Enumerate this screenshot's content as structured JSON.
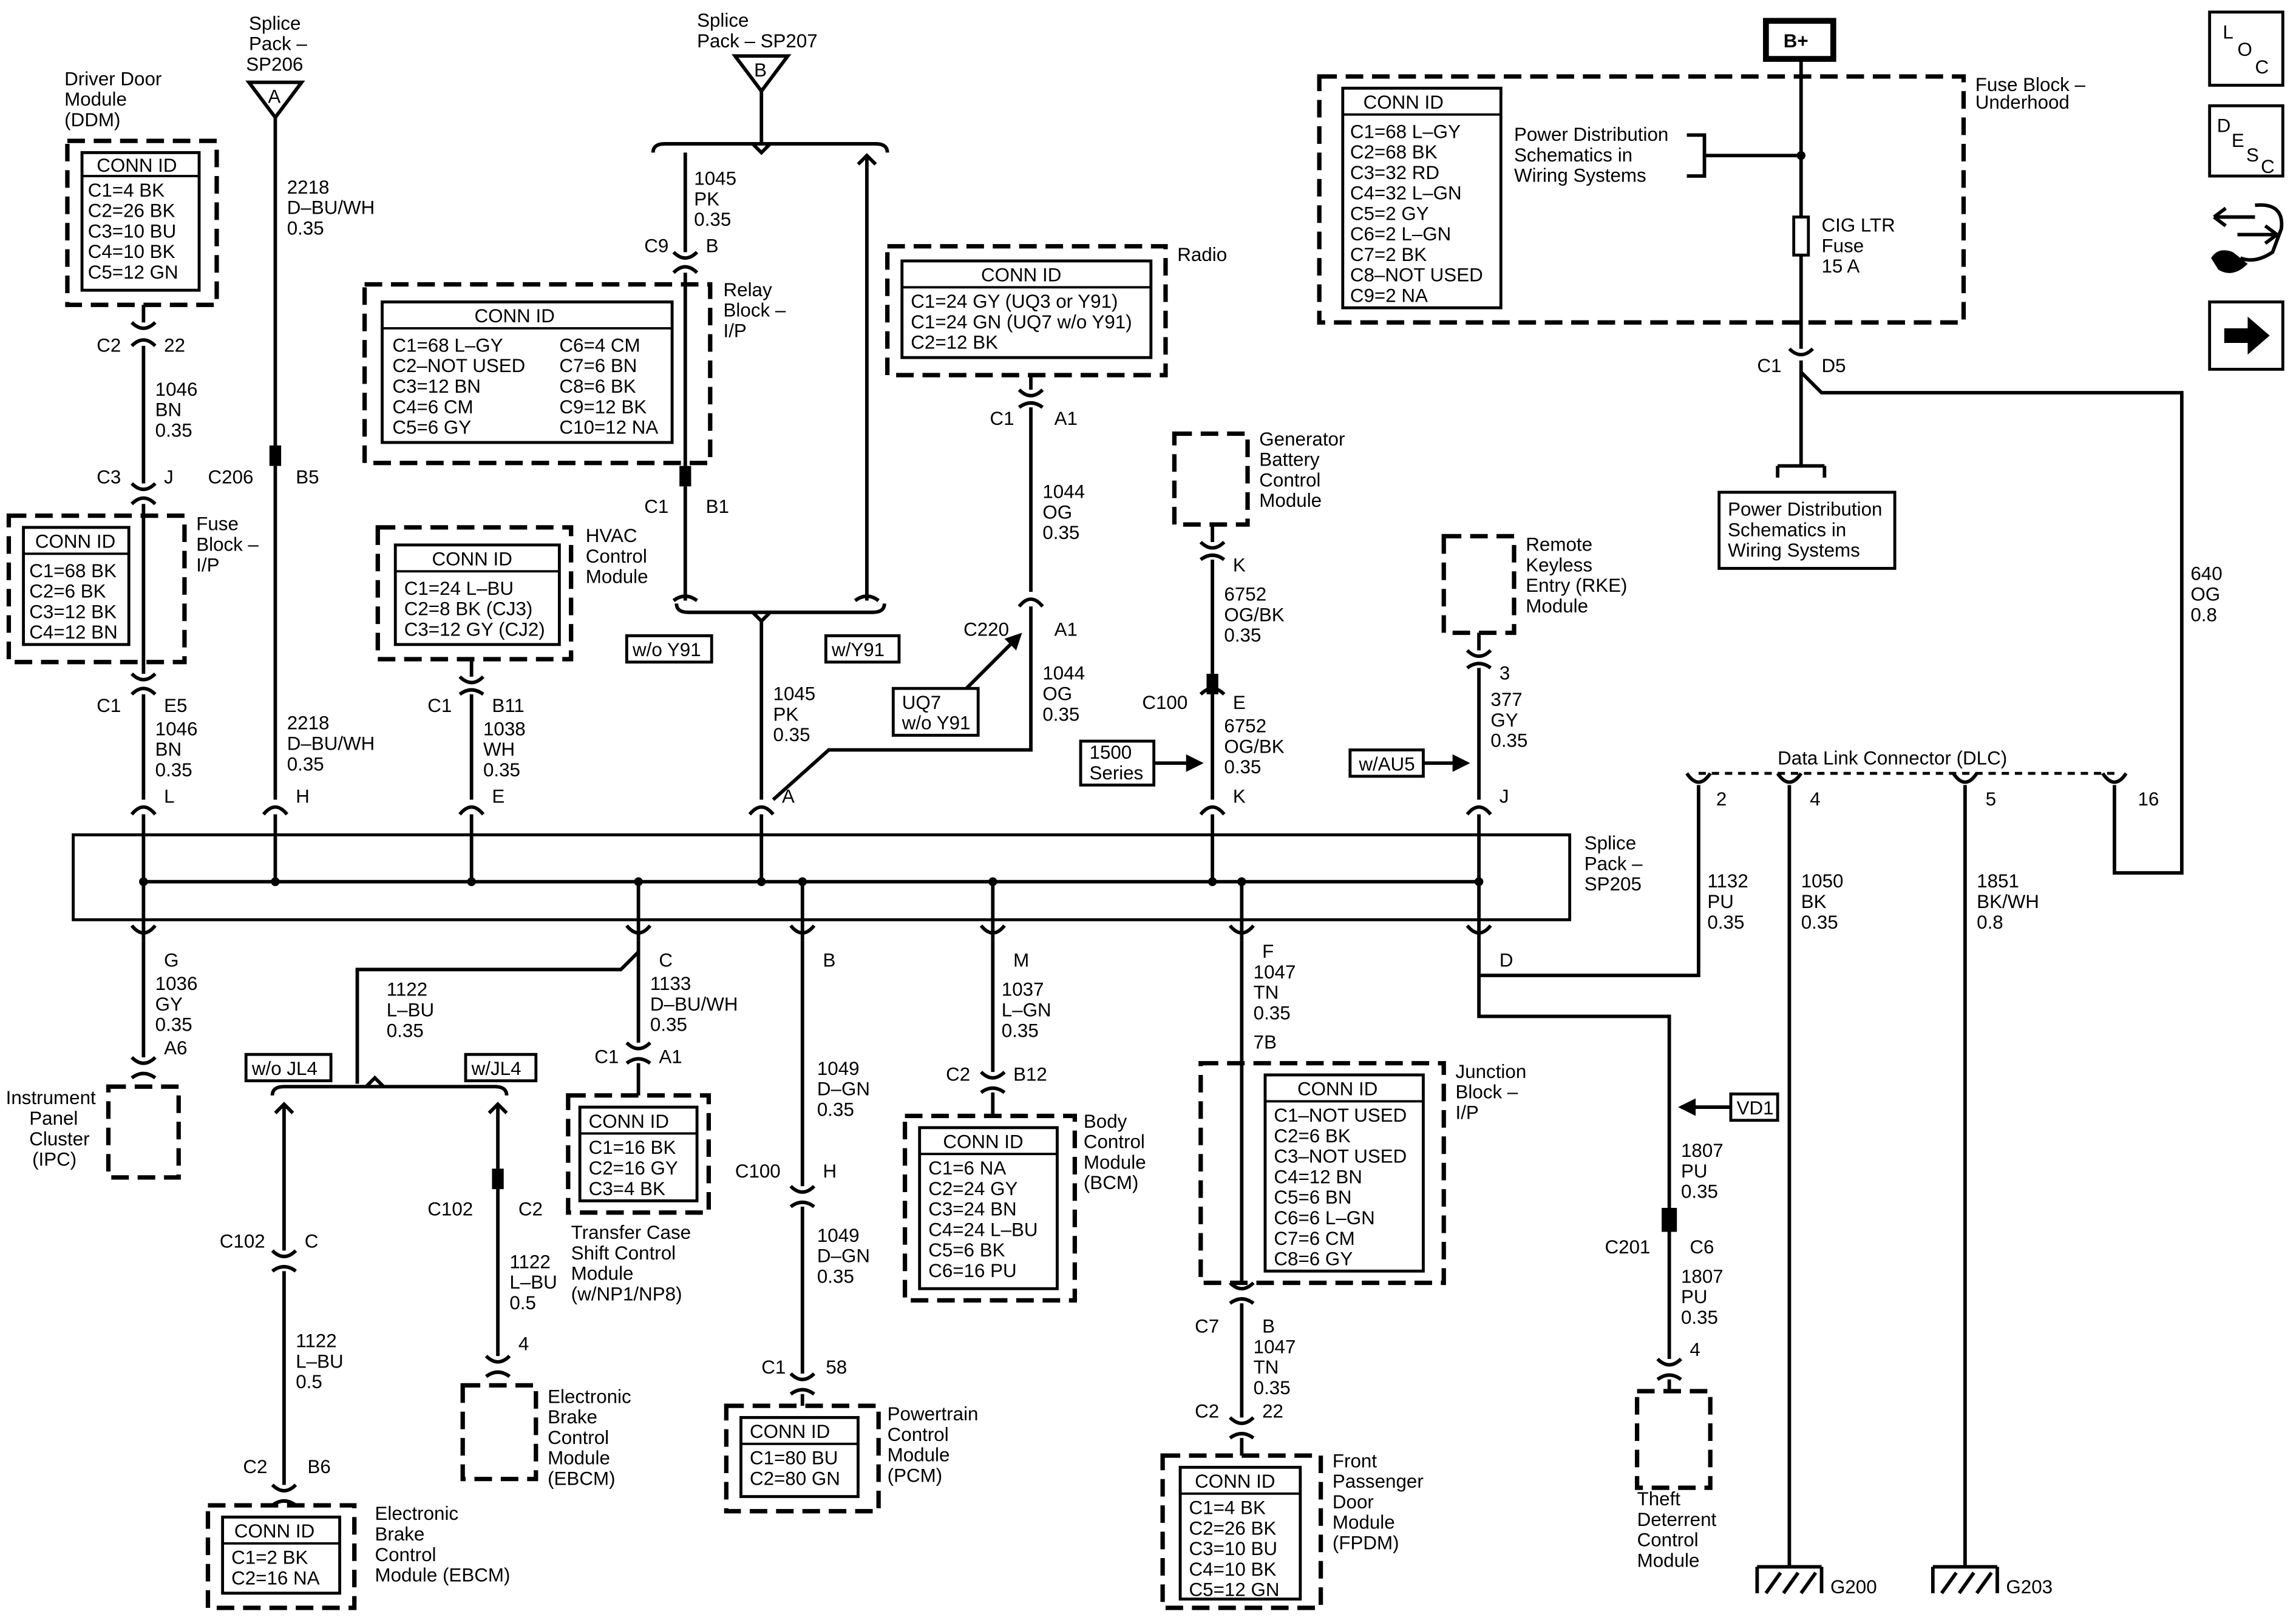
{
  "side_buttons": {
    "loc": [
      "L",
      "O",
      "C"
    ],
    "desc": [
      "D",
      "E",
      "S",
      "C"
    ],
    "icons": [
      "connector-tool-icon",
      "arrow-right-icon"
    ]
  },
  "battery": "B+",
  "fuse_block_uh": {
    "label": [
      "Fuse Block –",
      "Underhood"
    ],
    "conn_title": "CONN ID",
    "conn": [
      "C1=68 L–GY",
      "C2=68 BK",
      "C3=32 RD",
      "C4=32 L–GN",
      "C5=2 GY",
      "C6=2 L–GN",
      "C7=2 BK",
      "C8–NOT USED",
      "C9=2 NA"
    ],
    "pd_ref": [
      "Power Distribution",
      "Schematics in",
      "Wiring Systems"
    ],
    "fuse": [
      "CIG LTR",
      "Fuse",
      "15 A"
    ],
    "pins": [
      "C1",
      "D5"
    ]
  },
  "pd_box": [
    "Power Distribution",
    "Schematics in",
    "Wiring Systems"
  ],
  "wire_640": [
    "640",
    "OG",
    "0.8"
  ],
  "splice_sp206": {
    "label": [
      "Splice",
      "Pack –",
      "SP206"
    ],
    "letter": "A"
  },
  "splice_sp207": {
    "label": [
      "Splice",
      "Pack – SP207"
    ],
    "letter": "B"
  },
  "ddm": {
    "label": [
      "Driver Door",
      "Module",
      "(DDM)"
    ],
    "conn_title": "CONN ID",
    "conn": [
      "C1=4 BK",
      "C2=26 BK",
      "C3=10 BU",
      "C4=10 BK",
      "C5=12 GN"
    ]
  },
  "wire_1046_top": [
    "1046",
    "BN",
    "0.35"
  ],
  "wire_2218_top": [
    "2218",
    "D–BU/WH",
    "0.35"
  ],
  "fuse_block_ip": {
    "label": [
      "Fuse",
      "Block –",
      "I/P"
    ],
    "conn_title": "CONN ID",
    "conn": [
      "C1=68 BK",
      "C2=6 BK",
      "C3=12 BK",
      "C4=12 BN"
    ]
  },
  "relay_block": {
    "label": [
      "Relay",
      "Block –",
      "I/P"
    ],
    "conn_title": "CONN ID",
    "conn_left": [
      "C1=68 L–GY",
      "C2–NOT USED",
      "C3=12 BN",
      "C4=6 CM",
      "C5=6 GY"
    ],
    "conn_right": [
      "C6=4 CM",
      "C7=6 BN",
      "C8=6 BK",
      "C9=12 BK",
      "C10=12 NA"
    ]
  },
  "wire_1045_top": [
    "1045",
    "PK",
    "0.35"
  ],
  "wire_1045_bot": [
    "1045",
    "PK",
    "0.35"
  ],
  "option_wo_y91": "w/o Y91",
  "option_w_y91": "w/Y91",
  "radio": {
    "label": "Radio",
    "conn_title": "CONN ID",
    "conn": [
      "C1=24 GY (UQ3 or Y91)",
      "C1=24 GN (UQ7 w/o Y91)",
      "C2=12 BK"
    ]
  },
  "wire_1044_top": [
    "1044",
    "OG",
    "0.35"
  ],
  "wire_1044_bot": [
    "1044",
    "OG",
    "0.35"
  ],
  "uq7_note": [
    "UQ7",
    "w/o Y91"
  ],
  "hvac": {
    "label": [
      "HVAC",
      "Control",
      "Module"
    ],
    "conn_title": "CONN ID",
    "conn": [
      "C1=24 L–BU",
      "C2=8 BK (CJ3)",
      "C3=12 GY (CJ2)"
    ]
  },
  "wire_1038": [
    "1038",
    "WH",
    "0.35"
  ],
  "wire_1046_bot": [
    "1046",
    "BN",
    "0.35"
  ],
  "wire_2218_bot": [
    "2218",
    "D–BU/WH",
    "0.35"
  ],
  "gen_batt": [
    "Generator",
    "Battery",
    "Control",
    "Module"
  ],
  "wire_6752_top": [
    "6752",
    "OG/BK",
    "0.35"
  ],
  "wire_6752_bot": [
    "6752",
    "OG/BK",
    "0.35"
  ],
  "series_1500": [
    "1500",
    "Series"
  ],
  "rke": [
    "Remote",
    "Keyless",
    "Entry (RKE)",
    "Module"
  ],
  "wire_377": [
    "377",
    "GY",
    "0.35"
  ],
  "w_au5": "w/AU5",
  "dlc": "Data Link Connector (DLC)",
  "dlc_pins": [
    "2",
    "4",
    "5",
    "16"
  ],
  "wire_1132": [
    "1132",
    "PU",
    "0.35"
  ],
  "wire_1050": [
    "1050",
    "BK",
    "0.35"
  ],
  "wire_1851": [
    "1851",
    "BK/WH",
    "0.8"
  ],
  "sp205": [
    "Splice",
    "Pack –",
    "SP205"
  ],
  "ipc": {
    "label": [
      "Instrument",
      "Panel",
      "Cluster",
      "(IPC)"
    ]
  },
  "wire_1036": [
    "1036",
    "GY",
    "0.35"
  ],
  "wire_1122_top": [
    "1122",
    "L–BU",
    "0.35"
  ],
  "wire_1133": [
    "1133",
    "D–BU/WH",
    "0.35"
  ],
  "option_wo_jl4": "w/o JL4",
  "option_w_jl4": "w/JL4",
  "transfer_case": {
    "label": [
      "Transfer Case",
      "Shift Control",
      "Module",
      "(w/NP1/NP8)"
    ],
    "conn_title": "CONN ID",
    "conn": [
      "C1=16 BK",
      "C2=16 GY",
      "C3=4 BK"
    ]
  },
  "wire_1049_top": [
    "1049",
    "D–GN",
    "0.35"
  ],
  "wire_1049_bot": [
    "1049",
    "D–GN",
    "0.35"
  ],
  "pcm": {
    "label": [
      "Powertrain",
      "Control",
      "Module",
      "(PCM)"
    ],
    "conn_title": "CONN ID",
    "conn": [
      "C1=80 BU",
      "C2=80 GN"
    ]
  },
  "wire_1037": [
    "1037",
    "L–GN",
    "0.35"
  ],
  "bcm": {
    "label": [
      "Body",
      "Control",
      "Module",
      "(BCM)"
    ],
    "conn_title": "CONN ID",
    "conn": [
      "C1=6 NA",
      "C2=24 GY",
      "C3=24 BN",
      "C4=24 L–BU",
      "C5=6 BK",
      "C6=16 PU"
    ]
  },
  "wire_1047_top": [
    "1047",
    "TN",
    "0.35"
  ],
  "wire_1047_bot": [
    "1047",
    "TN",
    "0.35"
  ],
  "junction_block": {
    "label": [
      "Junction",
      "Block –",
      "I/P"
    ],
    "conn_title": "CONN ID",
    "conn": [
      "C1–NOT USED",
      "C2=6 BK",
      "C3–NOT USED",
      "C4=12 BN",
      "C5=6 BN",
      "C6=6 L–GN",
      "C7=6 CM",
      "C8=6 GY"
    ]
  },
  "fpdm": {
    "label": [
      "Front",
      "Passenger",
      "Door",
      "Module",
      "(FPDM)"
    ],
    "conn_title": "CONN ID",
    "conn": [
      "C1=4 BK",
      "C2=26 BK",
      "C3=10 BU",
      "C4=10 BK",
      "C5=12 GN"
    ]
  },
  "vd1": "VD1",
  "wire_1807_top": [
    "1807",
    "PU",
    "0.35"
  ],
  "wire_1807_bot": [
    "1807",
    "PU",
    "0.35"
  ],
  "theft": [
    "Theft",
    "Deterrent",
    "Control",
    "Module"
  ],
  "ebcm_c": [
    "Electronic",
    "Brake",
    "Control",
    "Module",
    "(EBCM)"
  ],
  "wire_1122_mid": [
    "1122",
    "L–BU",
    "0.5"
  ],
  "wire_1122_left": [
    "1122",
    "L–BU",
    "0.5"
  ],
  "ebcm_bl": {
    "label": [
      "Electronic",
      "Brake",
      "Control",
      "Module (EBCM)"
    ],
    "conn_title": "CONN ID",
    "conn": [
      "C1=2 BK",
      "C2=16 NA"
    ]
  },
  "grounds": [
    "G200",
    "G203"
  ],
  "pin_labels": {
    "ddm_c2": "C2",
    "ddm_22": "22",
    "fb_c3": "C3",
    "fb_j": "J",
    "fb_c1": "C1",
    "fb_e5": "E5",
    "sp_l": "L",
    "c206": "C206",
    "b5": "B5",
    "sp_h": "H",
    "hv_c1": "C1",
    "hv_b11": "B11",
    "sp_e": "E",
    "rb_c9": "C9",
    "rb_b": "B",
    "rb_c1": "C1",
    "rb_b1": "B1",
    "sp_a": "A",
    "ra_c1": "C1",
    "ra_a1": "A1",
    "c220": "C220",
    "c220_a1": "A1",
    "gb_k": "K",
    "c100": "C100",
    "c100_e": "E",
    "sp_k": "K",
    "rke_3": "3",
    "sp_j": "J",
    "sp_g": "G",
    "ipc_a6": "A6",
    "sp_c": "C",
    "tc_c1": "C1",
    "tc_a1": "A1",
    "sp_b": "B",
    "c100b": "C100",
    "c100b_h": "H",
    "pcm_c1": "C1",
    "pcm_58": "58",
    "sp_m": "M",
    "bcm_c2": "C2",
    "bcm_b12": "B12",
    "sp_f": "F",
    "jb_7b": "7B",
    "jb_c7": "C7",
    "jb_b": "B",
    "fp_c2": "C2",
    "fp_22": "22",
    "sp_d": "D",
    "c201": "C201",
    "c201_c6": "C6",
    "th_4": "4",
    "c102a": "C102",
    "c102a_c": "C",
    "eb_c2": "C2",
    "eb_b6": "B6",
    "c102b": "C102",
    "c102b_c2": "C2",
    "ebc_4": "4"
  }
}
